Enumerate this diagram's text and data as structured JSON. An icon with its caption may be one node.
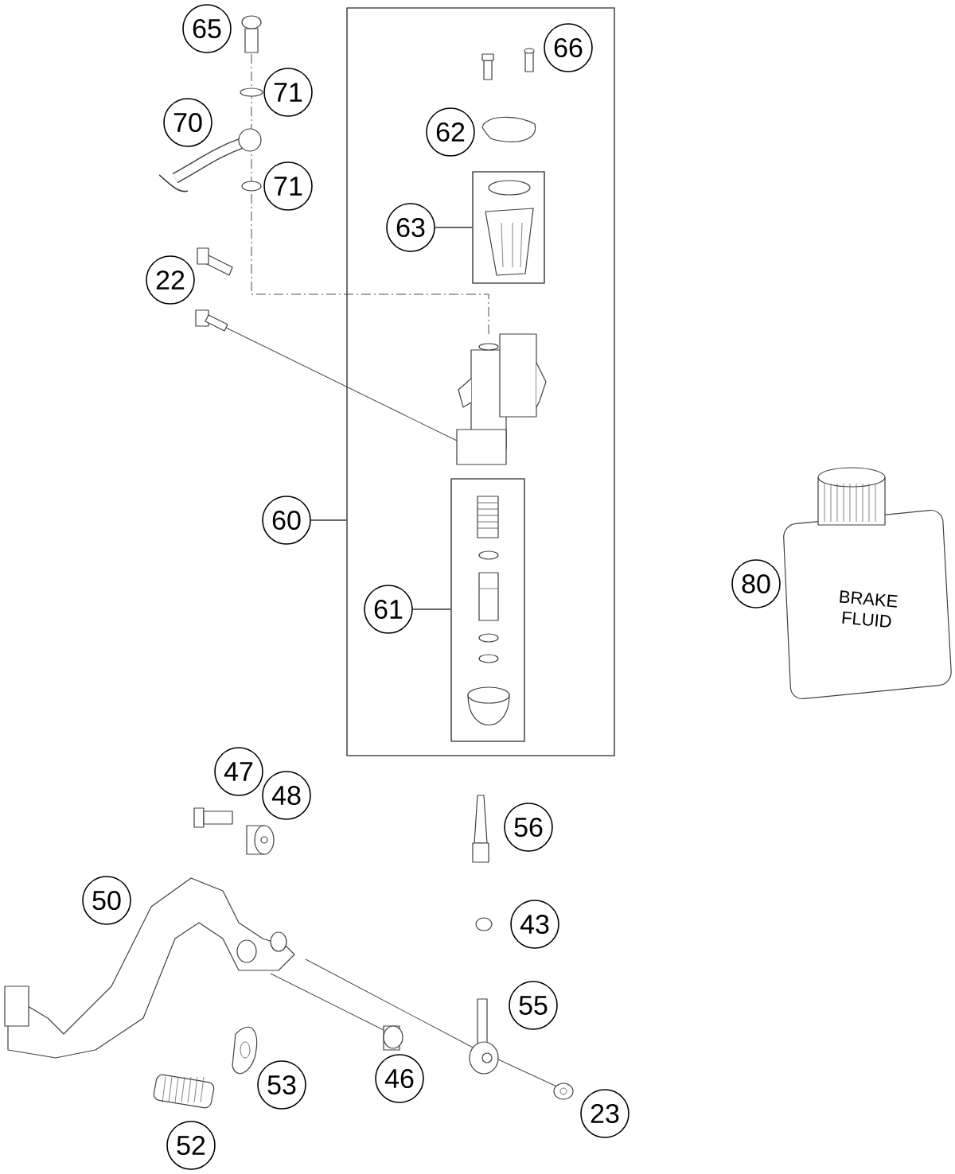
{
  "diagram": {
    "nodes": [
      {
        "text": [
          "65"
        ]
      },
      {
        "text": [],
        "shape": "box"
      },
      {
        "text": [
          "66"
        ],
        "in": 1
      },
      {
        "text": [
          "71"
        ]
      },
      {
        "text": [
          "70"
        ]
      },
      {
        "text": [
          "62"
        ],
        "in": 1
      },
      {
        "text": [
          "71"
        ]
      },
      {
        "text": [],
        "shape": "box",
        "in": 1
      },
      {
        "text": [
          "63"
        ],
        "in": 1
      },
      {
        "text": [
          "22"
        ]
      },
      {
        "text": [
          "60"
        ]
      },
      {
        "text": [],
        "shape": "box",
        "in": 1
      },
      {
        "text": [
          "61"
        ],
        "in": 1
      },
      {
        "text": [
          "80"
        ]
      },
      {
        "text": [
          "47"
        ]
      },
      {
        "text": [
          "48"
        ]
      },
      {
        "text": [
          "56"
        ]
      },
      {
        "text": [
          "50"
        ]
      },
      {
        "text": [
          "43"
        ]
      },
      {
        "text": [
          "55"
        ]
      },
      {
        "text": [
          "53"
        ]
      },
      {
        "text": [
          "46"
        ]
      },
      {
        "text": [
          "23"
        ]
      },
      {
        "text": [
          "52"
        ]
      }
    ],
    "edges": [
      {
        "from": 10,
        "to": 1,
        "arrow": "none"
      },
      {
        "from": 8,
        "to": 7,
        "arrow": "none"
      },
      {
        "from": 12,
        "to": 11,
        "arrow": "none"
      }
    ],
    "labels": [
      "BRAKE FLUID"
    ]
  }
}
